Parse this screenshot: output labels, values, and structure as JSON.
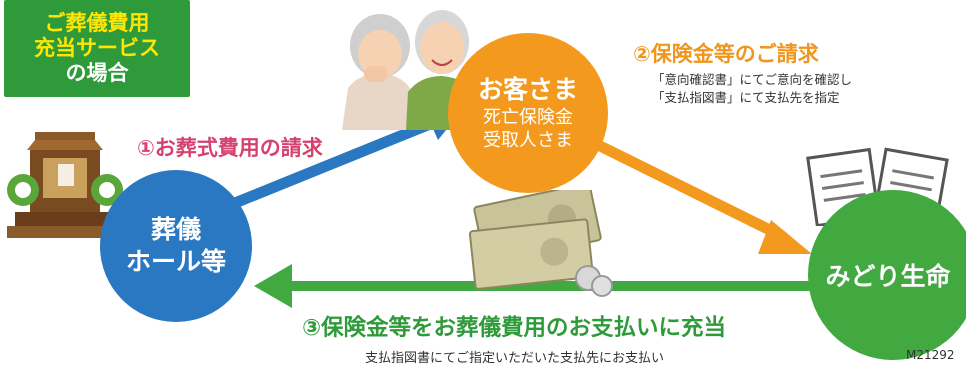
{
  "badge": {
    "line1": "ご葬儀費用",
    "line2": "充当サービス",
    "line3": "の場合"
  },
  "nodes": {
    "customer_title": "お客さま",
    "customer_sub1": "死亡保険金",
    "customer_sub2": "受取人さま",
    "hall_line1": "葬儀",
    "hall_line2": "ホール等",
    "life": "みどり生命"
  },
  "steps": {
    "step1": "①お葬式費用の請求",
    "step2": "②保険金等のご請求",
    "step2_note1": "「意向確認書」にてご意向を確認し",
    "step2_note2": "「支払指図書」にて支払先を指定",
    "step3": "③保険金等をお葬儀費用のお支払いに充当",
    "step3_note": "支払指図書にてご指定いただいた支払先にお支払い"
  },
  "code": "M21292",
  "colors": {
    "green": "#2f9a3a",
    "yellow": "#ffe600",
    "orange": "#f39a1e",
    "blue": "#2b78c2",
    "pink": "#d64270"
  },
  "icons": [
    "altar-icon",
    "elderly-couple-icon",
    "documents-icon",
    "banknotes-icon"
  ]
}
